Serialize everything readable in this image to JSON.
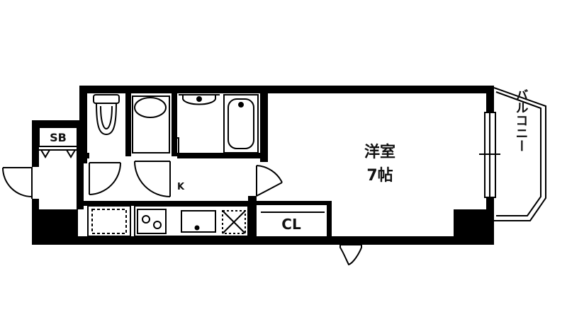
{
  "floorplan": {
    "labels": {
      "shoe_box": "SB",
      "kitchen": "K",
      "closet": "CL",
      "western_room": "洋室",
      "room_size": "7帖",
      "balcony": "バルコニー"
    }
  }
}
